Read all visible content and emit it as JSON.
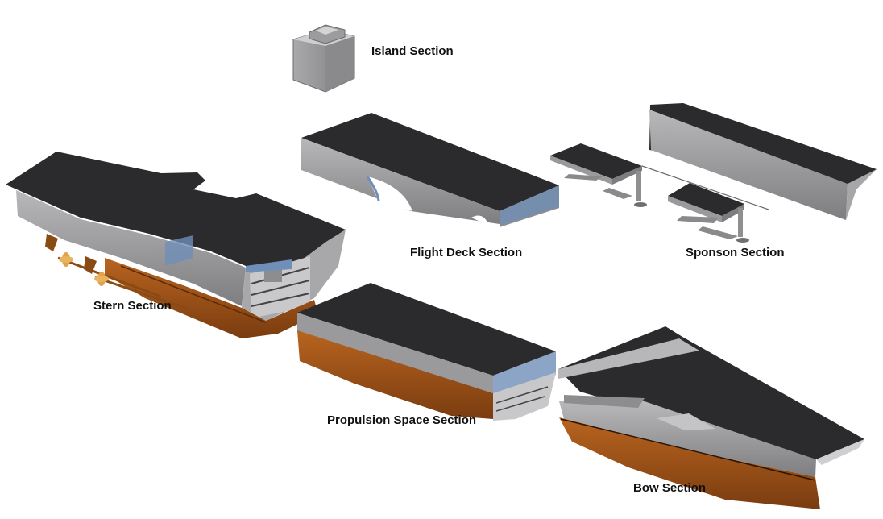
{
  "sections": {
    "island": "Island Section",
    "flight_deck": "Flight Deck Section",
    "sponson": "Sponson Section",
    "stern": "Stern Section",
    "propulsion": "Propulsion Space Section",
    "bow": "Bow Section"
  },
  "colors": {
    "deck": "#2b2b2d",
    "hull_side": "#9a9a9c",
    "hull_light": "#c4c4c6",
    "lower_hull": "#a4561a",
    "lower_hull_dark": "#7a3c10",
    "bulkhead": "#6f8fb8",
    "propeller": "#e0a24a"
  }
}
